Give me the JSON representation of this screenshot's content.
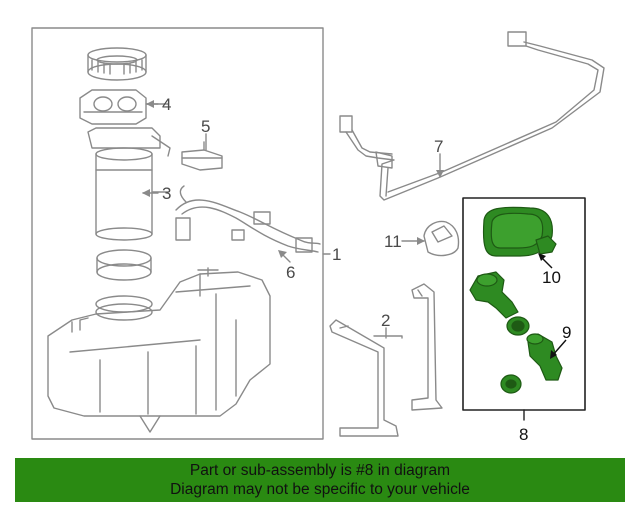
{
  "callouts": {
    "c1": "1",
    "c2": "2",
    "c3": "3",
    "c4": "4",
    "c5": "5",
    "c6": "6",
    "c7": "7",
    "c8": "8",
    "c9": "9",
    "c10": "10",
    "c11": "11"
  },
  "banner": {
    "line1": "Part or sub-assembly is #8 in diagram",
    "line2": "Diagram may not be specific to your vehicle"
  },
  "colors": {
    "banner_bg": "#2a8a12",
    "highlight_part": "#2e8a22",
    "line_art": "#8a8a8a"
  }
}
